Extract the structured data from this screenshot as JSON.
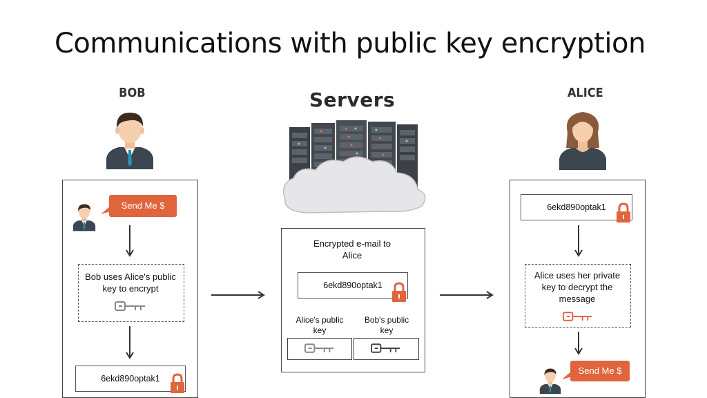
{
  "title": "Communications with public key encryption",
  "bob": {
    "name": "BOB",
    "bubble": "Send Me $",
    "step_text": "Bob uses Alice's public key to encrypt",
    "encrypted": "6ekd890optak1"
  },
  "servers": {
    "label": "Servers",
    "box_title": "Encrypted e-mail to Alice",
    "encrypted": "6ekd890optak1",
    "alice_key": "Alice's public key",
    "bob_key": "Bob's public key"
  },
  "alice": {
    "name": "ALICE",
    "encrypted": "6ekd890optak1",
    "step_text": "Alice uses her private key to decrypt the message",
    "bubble": "Send Me $"
  },
  "colors": {
    "accent": "#e0643c",
    "key_gray": "#888888",
    "suit": "#3b4650",
    "skin": "#f6cfae"
  }
}
